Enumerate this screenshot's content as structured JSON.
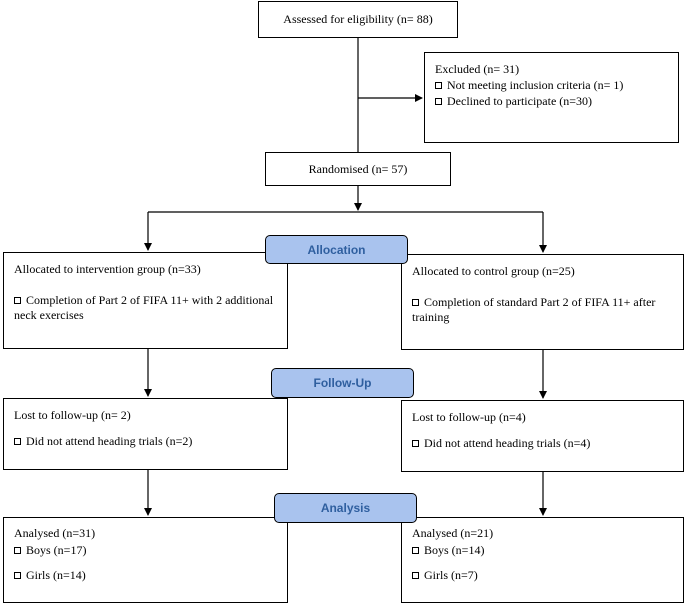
{
  "assessed": "Assessed for eligibility (n= 88)",
  "excluded": {
    "title": "Excluded (n= 31)",
    "items": [
      "Not meeting inclusion criteria (n= 1)",
      "Declined to participate (n=30)"
    ]
  },
  "randomised": "Randomised (n= 57)",
  "phases": {
    "allocation": "Allocation",
    "follow_up": "Follow-Up",
    "analysis": "Analysis"
  },
  "intervention": {
    "allocated": "Allocated to intervention group (n=33)",
    "allocated_detail": "Completion of Part 2 of FIFA 11+ with 2 additional neck exercises",
    "lost": "Lost to follow-up (n= 2)",
    "lost_detail": "Did not attend heading trials (n=2)",
    "analysed": "Analysed (n=31)",
    "boys": "Boys (n=17)",
    "girls": "Girls (n=14)"
  },
  "control": {
    "allocated": "Allocated to control group (n=25)",
    "allocated_detail": "Completion of standard Part 2 of FIFA 11+ after training",
    "lost": "Lost to follow-up (n=4)",
    "lost_detail": "Did not attend heading trials (n=4)",
    "analysed": "Analysed (n=21)",
    "boys": "Boys (n=14)",
    "girls": "Girls (n=7)"
  }
}
